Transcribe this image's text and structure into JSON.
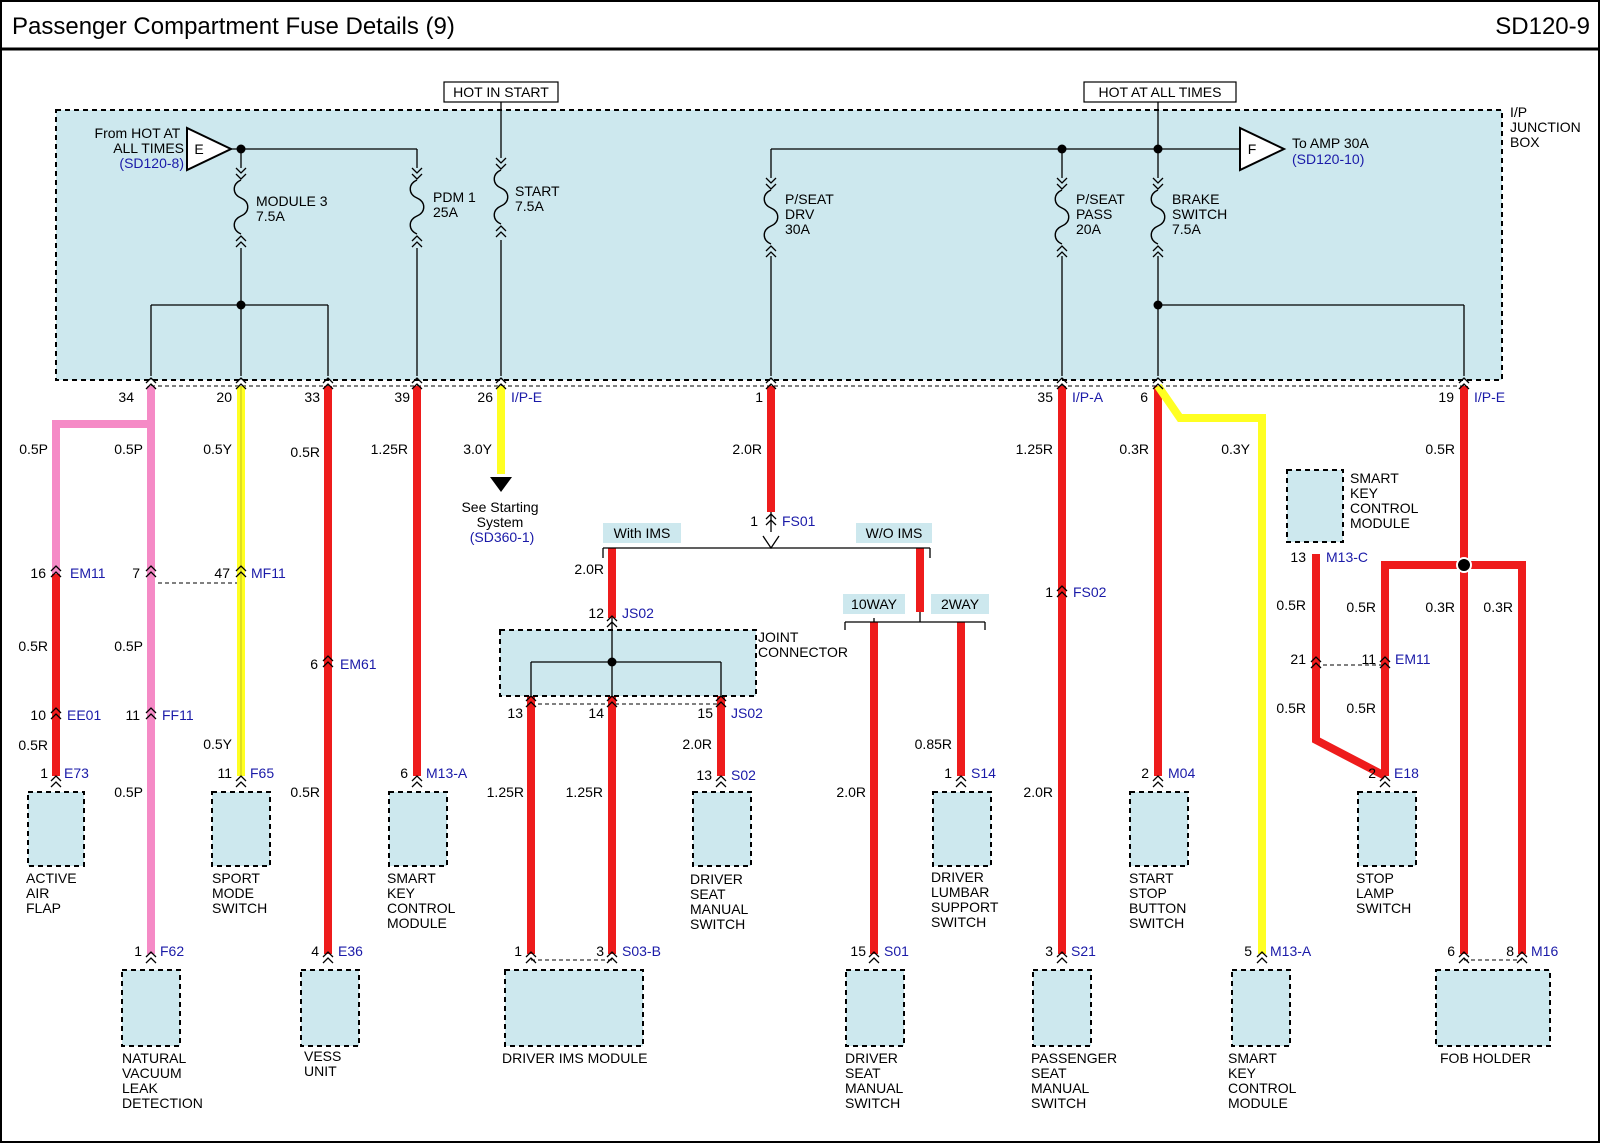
{
  "header": {
    "title": "Passenger Compartment Fuse Details (9)",
    "page_code": "SD120-9"
  },
  "colors": {
    "box_fill": "#cde8ee",
    "red": "#ee1c1c",
    "yellow": "#ffff22",
    "pink": "#f58ac6",
    "link_blue": "#1a1aa8"
  },
  "hot_in_start": "HOT IN START",
  "hot_at_all_times": "HOT AT ALL TIMES",
  "junction_box": {
    "label": [
      "I/P",
      "JUNCTION",
      "BOX"
    ]
  },
  "source_e": {
    "letter": "E",
    "lines": [
      "From HOT AT",
      "ALL TIMES"
    ],
    "ref": "(SD120-8)"
  },
  "source_f": {
    "letter": "F",
    "line": "To AMP 30A",
    "ref": "(SD120-10)"
  },
  "fuses": [
    {
      "lines": [
        "MODULE 3",
        "7.5A"
      ]
    },
    {
      "lines": [
        "PDM 1",
        "25A"
      ]
    },
    {
      "lines": [
        "START",
        "7.5A"
      ]
    },
    {
      "lines": [
        "P/SEAT",
        "DRV",
        "30A"
      ]
    },
    {
      "lines": [
        "P/SEAT",
        "PASS",
        "20A"
      ]
    },
    {
      "lines": [
        "BRAKE",
        "SWITCH",
        "7.5A"
      ]
    }
  ],
  "pins": [
    {
      "pin": "34"
    },
    {
      "pin": "20"
    },
    {
      "pin": "33"
    },
    {
      "pin": "39"
    },
    {
      "pin": "26",
      "conn": "I/P-E"
    },
    {
      "pin": "1"
    },
    {
      "pin": "35",
      "conn": "I/P-A"
    },
    {
      "pin": "6"
    },
    {
      "pin": "19",
      "conn": "I/P-E"
    }
  ],
  "wires": [
    "0.5P",
    "0.5P",
    "0.5Y",
    "0.5R",
    "1.25R",
    "3.0Y",
    "2.0R",
    "1.25R",
    "0.3R",
    "0.3Y",
    "0.5R",
    "0.5R",
    "0.5R",
    "0.5P",
    "0.5Y",
    "0.5P",
    "0.5R",
    "2.0R",
    "1.25R",
    "1.25R",
    "2.0R",
    "0.85R",
    "2.0R",
    "2.0R",
    "0.5R",
    "0.5R",
    "0.5R",
    "0.5R",
    "0.3R",
    "0.3R"
  ],
  "connectors": [
    {
      "pin": "16",
      "conn": "EM11"
    },
    {
      "pin": "7"
    },
    {
      "pin": "47",
      "conn": "MF11"
    },
    {
      "pin": "10",
      "conn": "EE01"
    },
    {
      "pin": "11",
      "conn": "FF11"
    },
    {
      "pin": "6",
      "conn": "EM61"
    },
    {
      "pin": "1",
      "conn": "E73"
    },
    {
      "pin": "11",
      "conn": "F65"
    },
    {
      "pin": "6",
      "conn": "M13-A"
    },
    {
      "pin": "1",
      "conn": "F62"
    },
    {
      "pin": "4",
      "conn": "E36"
    },
    {
      "pin": "1",
      "conn": "FS01"
    },
    {
      "pin": "12",
      "conn": "JS02"
    },
    {
      "pin": "13"
    },
    {
      "pin": "14"
    },
    {
      "pin": "15",
      "conn": "JS02"
    },
    {
      "pin": "13",
      "conn": "S02"
    },
    {
      "pin": "1"
    },
    {
      "pin": "3",
      "conn": "S03-B"
    },
    {
      "pin": "1",
      "conn": "S14"
    },
    {
      "pin": "15",
      "conn": "S01"
    },
    {
      "pin": "1",
      "conn": "FS02"
    },
    {
      "pin": "3",
      "conn": "S21"
    },
    {
      "pin": "2",
      "conn": "M04"
    },
    {
      "pin": "5",
      "conn": "M13-A"
    },
    {
      "pin": "13",
      "conn": "M13-C"
    },
    {
      "pin": "21"
    },
    {
      "pin": "11",
      "conn": "EM11"
    },
    {
      "pin": "2",
      "conn": "E18"
    },
    {
      "pin": "6"
    },
    {
      "pin": "8",
      "conn": "M16"
    }
  ],
  "options": [
    "With IMS",
    "W/O IMS",
    "10WAY",
    "2WAY"
  ],
  "joint_connector": [
    "JOINT",
    "CONNECTOR"
  ],
  "see_starting": {
    "lines": [
      "See Starting",
      "System"
    ],
    "ref": "(SD360-1)"
  },
  "components": [
    {
      "lines": [
        "ACTIVE",
        "AIR",
        "FLAP"
      ]
    },
    {
      "lines": [
        "SPORT",
        "MODE",
        "SWITCH"
      ]
    },
    {
      "lines": [
        "SMART",
        "KEY",
        "CONTROL",
        "MODULE"
      ]
    },
    {
      "lines": [
        "NATURAL",
        "VACUUM",
        "LEAK",
        "DETECTION"
      ]
    },
    {
      "lines": [
        "VESS",
        "UNIT"
      ]
    },
    {
      "lines": [
        "DRIVER",
        "SEAT",
        "MANUAL",
        "SWITCH"
      ]
    },
    {
      "lines": [
        "DRIVER IMS MODULE"
      ]
    },
    {
      "lines": [
        "DRIVER",
        "LUMBAR",
        "SUPPORT",
        "SWITCH"
      ]
    },
    {
      "lines": [
        "DRIVER",
        "SEAT",
        "MANUAL",
        "SWITCH"
      ]
    },
    {
      "lines": [
        "PASSENGER",
        "SEAT",
        "MANUAL",
        "SWITCH"
      ]
    },
    {
      "lines": [
        "START",
        "STOP",
        "BUTTON",
        "SWITCH"
      ]
    },
    {
      "lines": [
        "SMART",
        "KEY",
        "CONTROL",
        "MODULE"
      ]
    },
    {
      "lines": [
        "SMART",
        "KEY",
        "CONTROL",
        "MODULE"
      ]
    },
    {
      "lines": [
        "STOP",
        "LAMP",
        "SWITCH"
      ]
    },
    {
      "lines": [
        "FOB HOLDER"
      ]
    }
  ]
}
